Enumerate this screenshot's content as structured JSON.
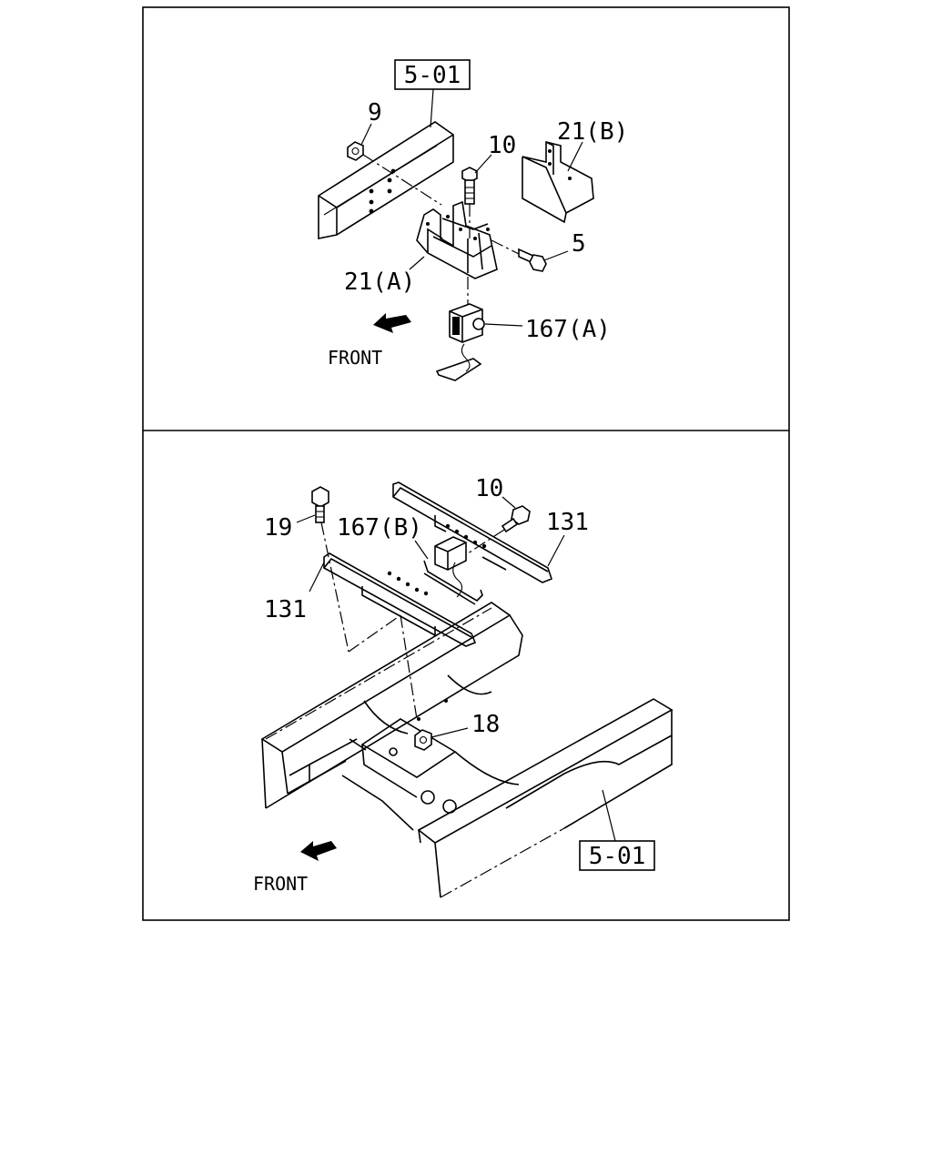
{
  "panel_top": {
    "ref_box": "5-01",
    "labels": {
      "nut_9": "9",
      "bolt_10": "10",
      "bracket_21b": "21(B)",
      "bolt_5": "5",
      "bracket_21a": "21(A)",
      "part_167a": "167(A)"
    },
    "front": "FRONT"
  },
  "panel_bottom": {
    "ref_box": "5-01",
    "labels": {
      "bolt_19": "19",
      "bolt_10": "10",
      "bracket_131_left": "131",
      "bracket_131_right": "131",
      "part_167b": "167(B)",
      "nut_18": "18"
    },
    "front": "FRONT"
  }
}
